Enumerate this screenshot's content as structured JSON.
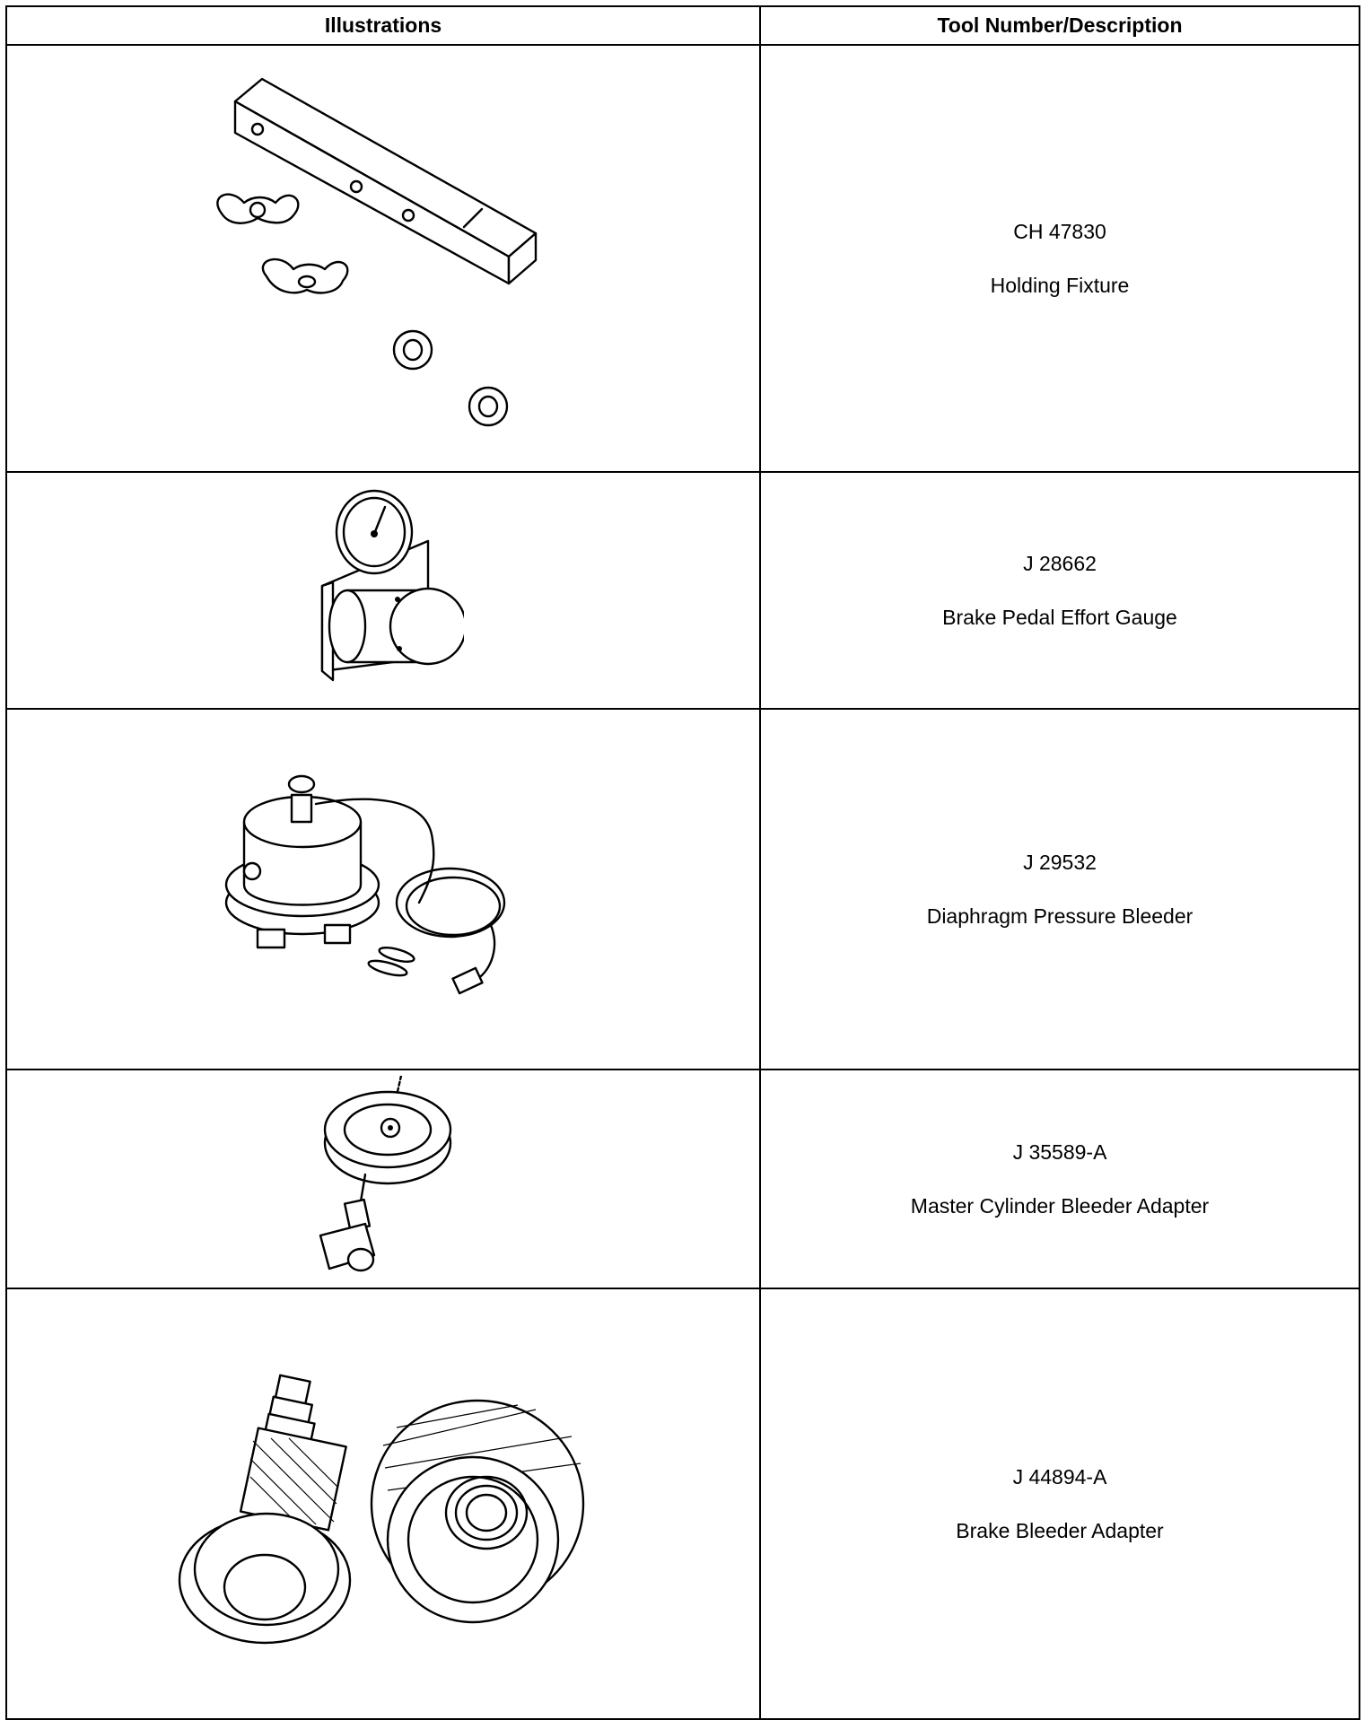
{
  "table": {
    "headers": {
      "illustrations": "Illustrations",
      "description": "Tool Number/Description"
    },
    "rows": [
      {
        "tool_number": "CH 47830",
        "description": "Holding Fixture",
        "icon": "holding-fixture-illustration"
      },
      {
        "tool_number": "J 28662",
        "description": "Brake Pedal Effort Gauge",
        "icon": "effort-gauge-illustration"
      },
      {
        "tool_number": "J 29532",
        "description": "Diaphragm Pressure Bleeder",
        "icon": "pressure-bleeder-illustration"
      },
      {
        "tool_number": "J 35589-A",
        "description": "Master Cylinder Bleeder Adapter",
        "icon": "master-cylinder-adapter-illustration"
      },
      {
        "tool_number": "J 44894-A",
        "description": "Brake Bleeder Adapter",
        "icon": "brake-bleeder-adapter-illustration"
      }
    ]
  }
}
